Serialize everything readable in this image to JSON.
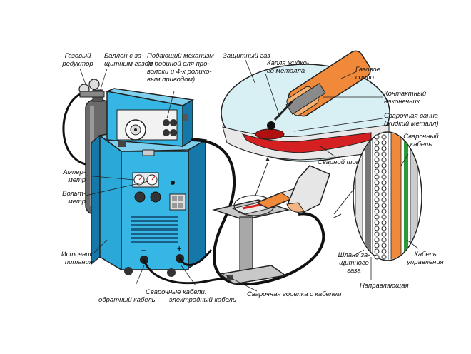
{
  "labels": {
    "gas_reducer": "Газовый\nредуктор",
    "gas_cylinder": "Баллон с за-\nщитным газом",
    "feed_mechanism": "Подающий механизм\n(с бобиной для про-\nволоки и 4-х ролико-\nвым приводом)",
    "shielding_gas": "Защитный газ",
    "metal_droplet": "Капля жидко-\nго металла",
    "gas_nozzle": "Газовое\nсопло",
    "contact_tip": "Контактный\nнаконечник",
    "weld_pool": "Сварочная ванна\n(жидкий металл)",
    "weld_seam": "Сварной шов",
    "welding_cable_right": "Сварочный\nкабель",
    "ammeter": "Ампер-\nметр",
    "voltmeter": "Вольт-\nметр",
    "power_source": "Источник\nпитания",
    "welding_cables": "Сварочные кабели:",
    "return_cable": "обратный кабель",
    "electrode_cable": "электродный кабель",
    "torch_with_cable": "Сварочная горелка с кабелем",
    "gas_hose": "Шланг за-\nщитного\nгаза",
    "wire_guide": "Направляющая",
    "control_cable": "Кабель\nуправления"
  },
  "colors": {
    "machine_blue": "#2aa8d8",
    "machine_dark": "#1578a8",
    "cable": "#111111",
    "nozzle_orange": "#f08a3a",
    "weld_red": "#d42020",
    "zoom_bg": "#d8f0f4",
    "stand_gray": "#c8c8c8"
  }
}
